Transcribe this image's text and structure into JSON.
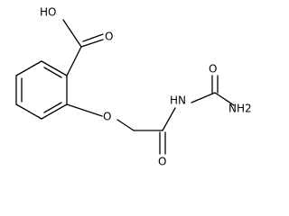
{
  "molecule": {
    "labels": {
      "acid_oh": "HO",
      "acid_carbonyl_o": "O",
      "ether_o": "O",
      "amide_nh": "HN",
      "urea_o": "O",
      "amide_o": "O",
      "amine_nh2": "NH2"
    }
  }
}
